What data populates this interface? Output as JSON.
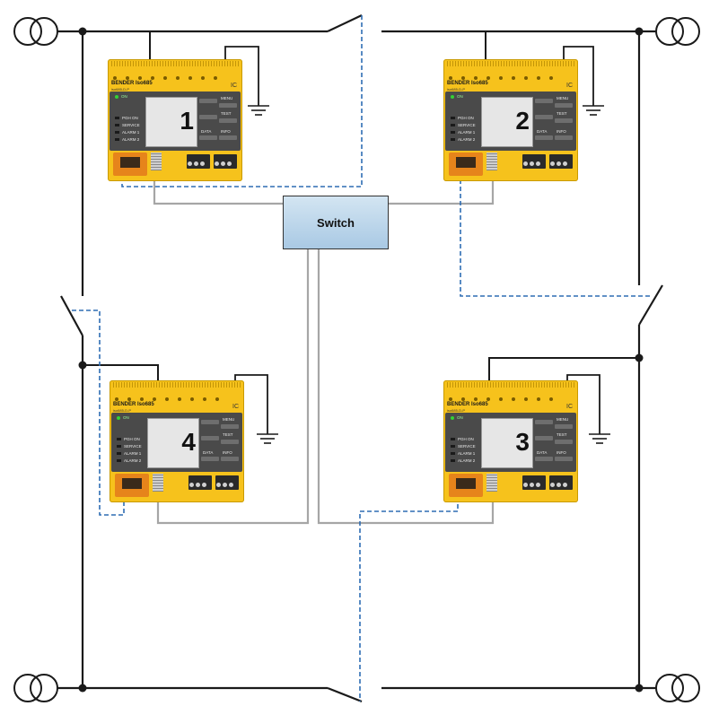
{
  "switch": {
    "label": "Switch"
  },
  "device_common": {
    "brand": "BENDER Iso685",
    "brand_sub": "iso685-D-P",
    "tag": "IC",
    "on_label": "ON",
    "leds": [
      "PGH ON",
      "SERVICE",
      "ALARM 1",
      "ALARM 2"
    ],
    "keys": {
      "menu": "MENU",
      "test": "TEST",
      "data": "DATA",
      "info": "INFO"
    }
  },
  "devices": [
    {
      "number": "1"
    },
    {
      "number": "2"
    },
    {
      "number": "3"
    },
    {
      "number": "4"
    }
  ],
  "colors": {
    "busbar": "#1a1a1a",
    "ethernet": "#a6a6a6",
    "control": "#2e6db4",
    "housing": "#f6c21c",
    "panel": "#4a4a4a",
    "switch_fill": "#bdd7ee"
  }
}
